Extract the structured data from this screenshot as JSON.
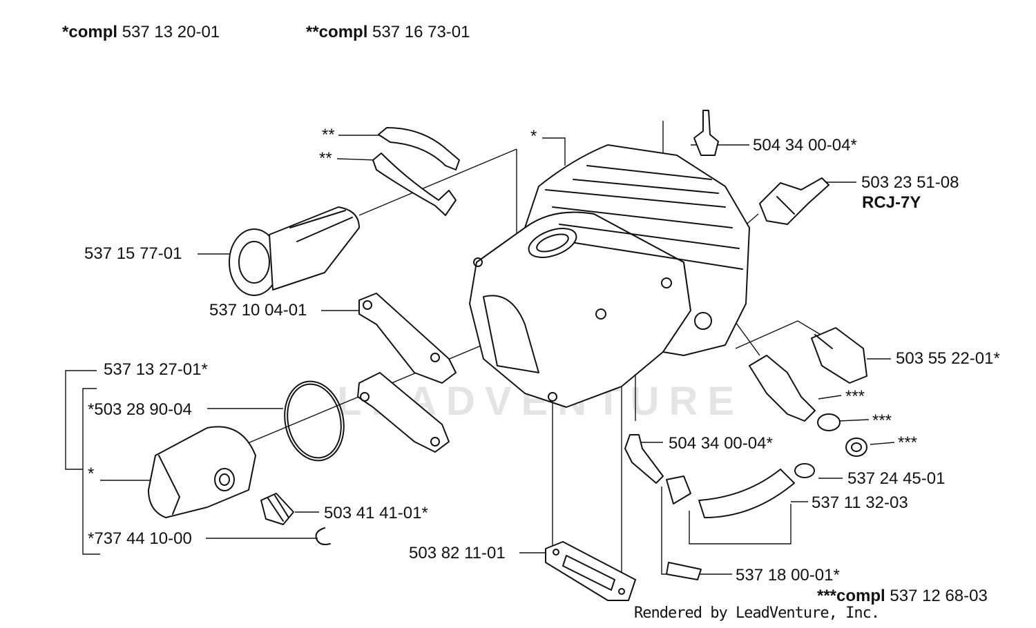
{
  "header": {
    "compl_1_prefix": "*compl",
    "compl_1_number": "537 13 20-01",
    "compl_2_prefix": "**compl",
    "compl_2_number": "537 16 73-01",
    "compl_3_prefix": "***compl",
    "compl_3_number": "537 12 68-03"
  },
  "labels": {
    "clamp_top": "**",
    "clamp_bottom": "**",
    "cylinder_star": "*",
    "intake_manifold": "537 15 77-01",
    "intake_gasket": "537 10 04-01",
    "piston_assembly": "537 13 27-01*",
    "piston_ring": "*503 28 90-04",
    "piston_star": "*",
    "needle_bearing": "503 41 41-01*",
    "circlip": "*737 44 10-00",
    "base_gasket": "503 82 11-01",
    "nipple_top": "504 34 00-04*",
    "spark_plug": "503 23 51-08",
    "spark_plug_code": "RCJ-7Y",
    "decompression_valve": "503 55 22-01*",
    "valve_stars_1": "***",
    "valve_stars_2": "***",
    "valve_stars_3": "***",
    "nipple_bottom": "504 34 00-04*",
    "clip": "537 24 45-01",
    "hose": "537 11 32-03",
    "plug": "537 18 00-01*"
  },
  "watermark": "LEADVENTURE",
  "footer": "Rendered by LeadVenture, Inc."
}
